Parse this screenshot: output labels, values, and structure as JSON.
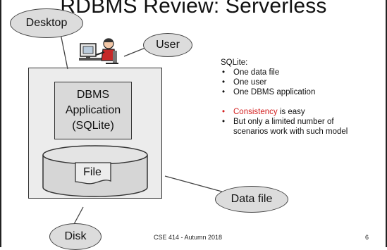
{
  "slide": {
    "title": "RDBMS Review: Serverless",
    "footer": "CSE 414 - Autumn 2018",
    "page_number": "6"
  },
  "diagram": {
    "app_box_lines": [
      "DBMS",
      "Application",
      "(SQLite)"
    ],
    "file_label": "File",
    "callouts": {
      "desktop": "Desktop",
      "user": "User",
      "data_file": "Data file",
      "disk": "Disk"
    },
    "colors": {
      "desktop_fill": "#ececec",
      "app_fill": "#d9d9d9",
      "disk_fill": "#d6d6d6",
      "callout_fill": "#dcdcdc",
      "highlight": "#d32020"
    }
  },
  "notes": {
    "heading": "SQLite:",
    "bullets_1": [
      "One data file",
      "One user",
      "One DBMS application"
    ],
    "consistency_word": "Consistency",
    "consistency_rest": " is easy",
    "limited_line1": "But only a limited number of",
    "limited_line2": "scenarios work with such model"
  }
}
